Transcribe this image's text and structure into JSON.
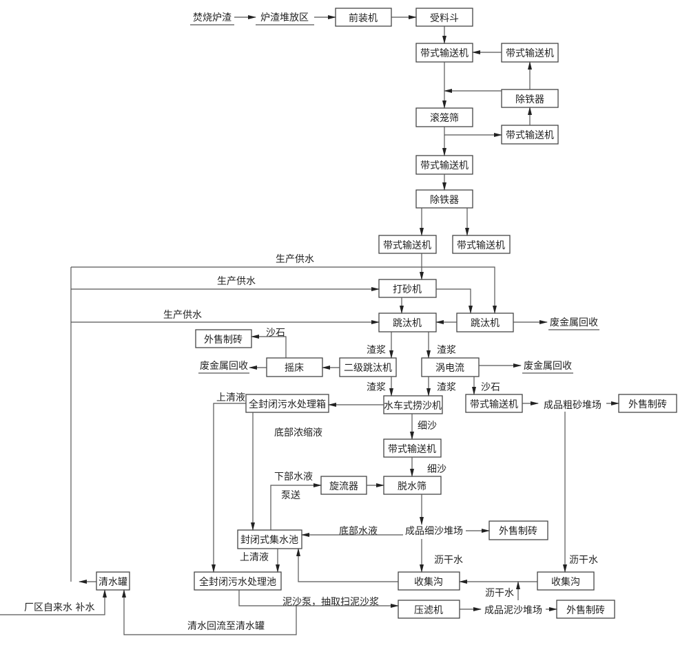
{
  "nodes": {
    "burn_slag": "焚烧炉渣",
    "slag_yard": "炉渣堆放区",
    "front_loader": "前装机",
    "hopper": "受料斗",
    "belt1": "带式输送机",
    "belt1r": "带式输送机",
    "iron1": "除铁器",
    "drum": "滚笼筛",
    "belt_r2": "带式输送机",
    "belt2": "带式输送机",
    "iron2": "除铁器",
    "belt3": "带式输送机",
    "belt4": "带式输送机",
    "sander": "打砂机",
    "jig1": "跳汰机",
    "jig2": "跳汰机",
    "scrap1": "废金属回收",
    "jig_sec": "二级跳汰机",
    "eddy": "涡电流",
    "scrap2": "废金属回收",
    "shaker": "摇床",
    "scrap3": "废金属回收",
    "sell1": "外售制砖",
    "waterwheel": "水车式捞沙机",
    "box_tank": "全封闭污水处理箱",
    "belt5": "带式输送机",
    "coarse_yard": "成品粗砂堆场",
    "sell2": "外售制砖",
    "belt6": "带式输送机",
    "cyclone": "旋流器",
    "dewater": "脱水筛",
    "fine_yard": "成品细沙堆场",
    "sell3": "外售制砖",
    "collect_pool": "封闭式集水池",
    "collect1": "收集沟",
    "collect2": "收集沟",
    "clean_tank": "清水罐",
    "sewage_pool": "全封闭污水处理池",
    "filter_press": "压滤机",
    "mud_yard": "成品泥沙堆场",
    "sell4": "外售制砖"
  },
  "labels": {
    "water1": "生产供水",
    "water2": "生产供水",
    "water3": "生产供水",
    "slurry1": "渣浆",
    "slurry2": "渣浆",
    "slurry3": "渣浆",
    "slurry4": "渣浆",
    "sandstone1": "沙石",
    "sandstone2": "沙石",
    "supernatant1": "上清液",
    "supernatant2": "上清液",
    "bottom_concentrate": "底部浓缩液",
    "fine1": "细沙",
    "fine2": "细沙",
    "lower_water": "下部水液",
    "pump": "泵送",
    "bottom_water": "底部水液",
    "drain1": "沥干水",
    "drain2": "沥干水",
    "drain3": "沥干水",
    "mud_pump": "泥沙泵，抽取扫泥沙浆",
    "return": "清水回流至清水罐",
    "tap_water": "厂区自来水  补水"
  }
}
